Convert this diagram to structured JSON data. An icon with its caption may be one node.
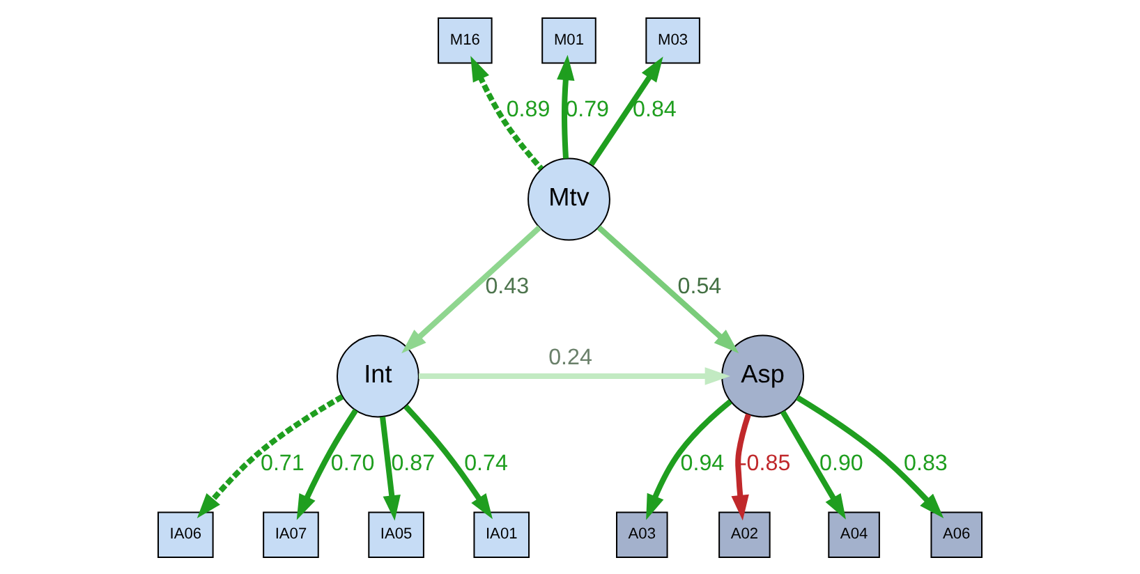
{
  "diagram": {
    "nodes": [
      {
        "text": [
          "M16"
        ]
      },
      {
        "text": [
          "M01"
        ]
      },
      {
        "text": [
          "M03"
        ]
      },
      {
        "text": [
          "Mtv"
        ]
      },
      {
        "text": [
          "Int"
        ]
      },
      {
        "text": [
          "Asp"
        ]
      },
      {
        "text": [
          "IA06"
        ]
      },
      {
        "text": [
          "IA07"
        ]
      },
      {
        "text": [
          "IA05"
        ]
      },
      {
        "text": [
          "IA01"
        ]
      },
      {
        "text": [
          "A03"
        ]
      },
      {
        "text": [
          "A02"
        ]
      },
      {
        "text": [
          "A04"
        ]
      },
      {
        "text": [
          "A06"
        ]
      }
    ],
    "edges": [
      {
        "from": 3,
        "to": 0,
        "arrow": "to",
        "label": "0.89",
        "style": "dashed"
      },
      {
        "from": 3,
        "to": 1,
        "arrow": "to",
        "label": "0.79"
      },
      {
        "from": 3,
        "to": 2,
        "arrow": "to",
        "label": "0.84"
      },
      {
        "from": 3,
        "to": 4,
        "arrow": "to",
        "label": "0.43",
        "color": "#8fd68f"
      },
      {
        "from": 3,
        "to": 5,
        "arrow": "to",
        "label": "0.54",
        "color": "#7acc7a"
      },
      {
        "from": 4,
        "to": 5,
        "arrow": "to",
        "label": "0.24",
        "color": "#c2eac2"
      },
      {
        "from": 4,
        "to": 6,
        "arrow": "to",
        "label": "0.71",
        "style": "dashed"
      },
      {
        "from": 4,
        "to": 7,
        "arrow": "to",
        "label": "0.70"
      },
      {
        "from": 4,
        "to": 8,
        "arrow": "to",
        "label": "0.87"
      },
      {
        "from": 4,
        "to": 9,
        "arrow": "to",
        "label": "0.74"
      },
      {
        "from": 5,
        "to": 10,
        "arrow": "to",
        "label": "0.94"
      },
      {
        "from": 5,
        "to": 11,
        "arrow": "to",
        "label": "-0.85",
        "color": "#c0282b"
      },
      {
        "from": 5,
        "to": 12,
        "arrow": "to",
        "label": "0.90"
      },
      {
        "from": 5,
        "to": 13,
        "arrow": "to",
        "label": "0.83"
      }
    ]
  }
}
